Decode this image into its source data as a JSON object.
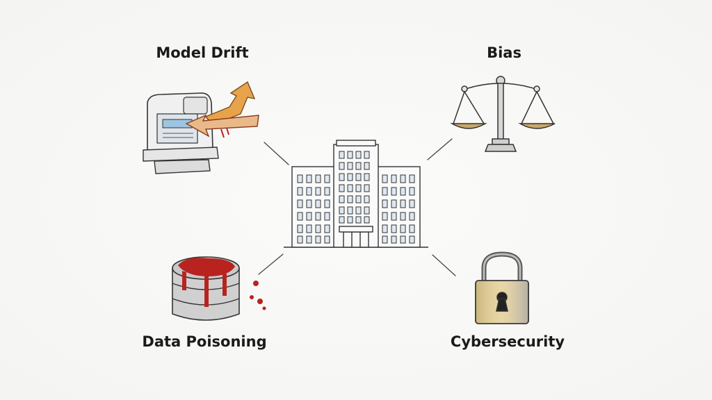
{
  "diagram": {
    "center": {
      "icon": "hospital-building-icon"
    },
    "nodes": [
      {
        "id": "model-drift",
        "label": "Model Drift",
        "icon": "mri-scanner-with-arrow-icon"
      },
      {
        "id": "bias",
        "label": "Bias",
        "icon": "balance-scale-icon"
      },
      {
        "id": "data-poisoning",
        "label": "Data Poisoning",
        "icon": "blood-stained-database-icon"
      },
      {
        "id": "cybersecurity",
        "label": "Cybersecurity",
        "icon": "padlock-icon"
      }
    ]
  },
  "colors": {
    "ink": "#1a1a1a",
    "accent_blue": "#9ec4e0",
    "arrow_orange": "#e8a34a",
    "blood_red": "#b8231f",
    "brass": "#c8a86a"
  }
}
